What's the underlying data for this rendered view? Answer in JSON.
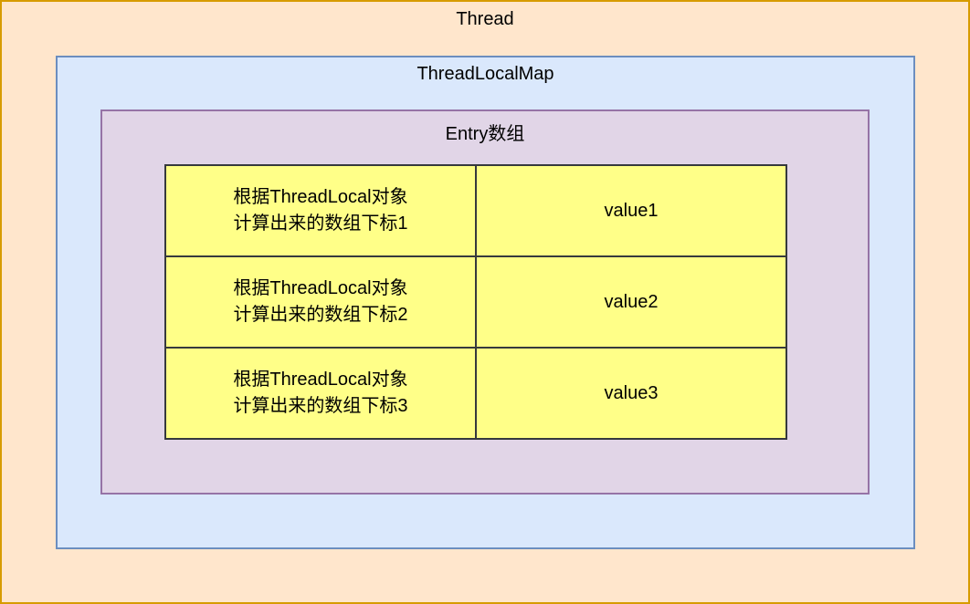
{
  "diagram": {
    "thread": {
      "label": "Thread",
      "fill": "#FFE6CC",
      "stroke": "#D79B00"
    },
    "thread_local_map": {
      "label": "ThreadLocalMap",
      "fill": "#DAE8FC",
      "stroke": "#6C8EBF"
    },
    "entry_array": {
      "label": "Entry数组",
      "fill": "#E1D5E7",
      "stroke": "#9673A6"
    },
    "entries": [
      {
        "key_line1": "根据ThreadLocal对象",
        "key_line2": "计算出来的数组下标1",
        "value": "value1"
      },
      {
        "key_line1": "根据ThreadLocal对象",
        "key_line2": "计算出来的数组下标2",
        "value": "value2"
      },
      {
        "key_line1": "根据ThreadLocal对象",
        "key_line2": "计算出来的数组下标3",
        "value": "value3"
      }
    ],
    "cell_fill": "#FFFF88",
    "cell_stroke": "#36393D"
  }
}
